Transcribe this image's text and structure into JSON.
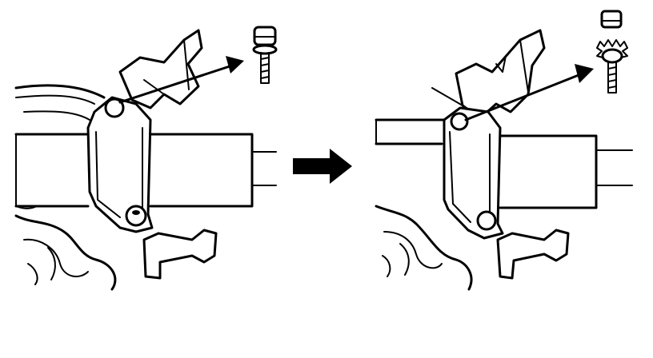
{
  "figure": {
    "panels": [
      {
        "id": "before",
        "bolt_style": "plain-bolt"
      },
      {
        "id": "after",
        "bolt_style": "bolt-with-nut-and-lockwasher"
      }
    ],
    "transition_arrow_icon": "arrow-right-icon",
    "ink_color": "#000000",
    "paper_color": "#ffffff"
  }
}
